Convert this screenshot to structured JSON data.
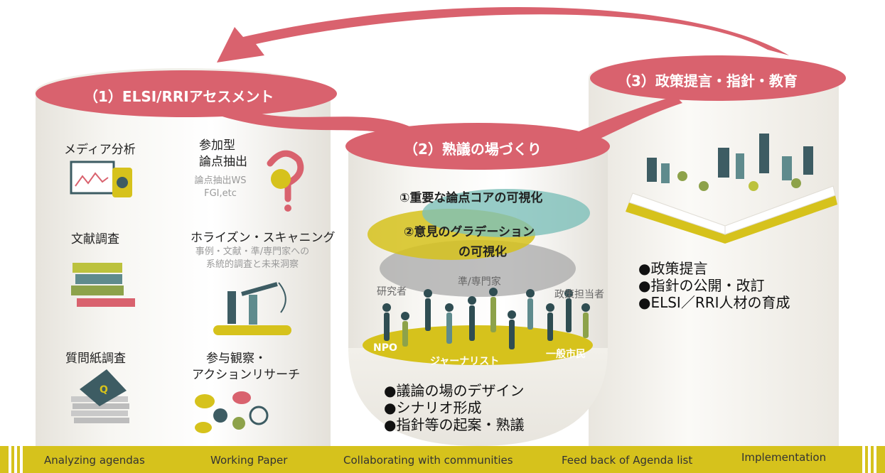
{
  "colors": {
    "accent_red": "#d9626e",
    "accent_yellow": "#d6c21c",
    "teal": "#7dbfb9",
    "gray": "#a8a8a8"
  },
  "section1": {
    "title": "（1）ELSI/RRIアセスメント",
    "items": [
      {
        "label": "メディア分析",
        "icon": "tablet-chart-icon"
      },
      {
        "label": "文献調査",
        "icon": "books-icon"
      },
      {
        "label": "質問紙調査",
        "icon": "questionnaire-icon"
      }
    ],
    "items2": [
      {
        "label_line1": "参加型",
        "label_line2": "論点抽出",
        "sub1": "論点抽出WS",
        "sub2": "FGI,etc"
      },
      {
        "label": "ホライズン・スキャニング",
        "sub1": "事例・文献・準/専門家への",
        "sub2": "系統的調査と未来洞察"
      },
      {
        "label_line1": "参与観察・",
        "label_line2": "アクションリサーチ"
      }
    ]
  },
  "section2": {
    "title": "（2）熟議の場づくり",
    "bubble1": "①重要な論点コアの可視化",
    "bubble2_line1": "②意見のグラデーション",
    "bubble2_line2": "の可視化",
    "bubble3": "準/専門家",
    "roles": {
      "researcher": "研究者",
      "policy": "政策担当者",
      "npo": "NPO",
      "journalist": "ジャーナリスト",
      "citizen": "一般市民"
    },
    "bullets": [
      "●議論の場のデザイン",
      "●シナリオ形成",
      "●指針等の起案・熟議"
    ]
  },
  "section3": {
    "title": "（3）政策提言・指針・教育",
    "bullets": [
      "●政策提言",
      "●指針の公開・改訂",
      "●ELSI／RRI人材の育成"
    ]
  },
  "footer": {
    "items": [
      "Analyzing agendas",
      "Working Paper",
      "Collaborating with communities",
      "Feed back of Agenda list",
      "Implementation"
    ]
  }
}
